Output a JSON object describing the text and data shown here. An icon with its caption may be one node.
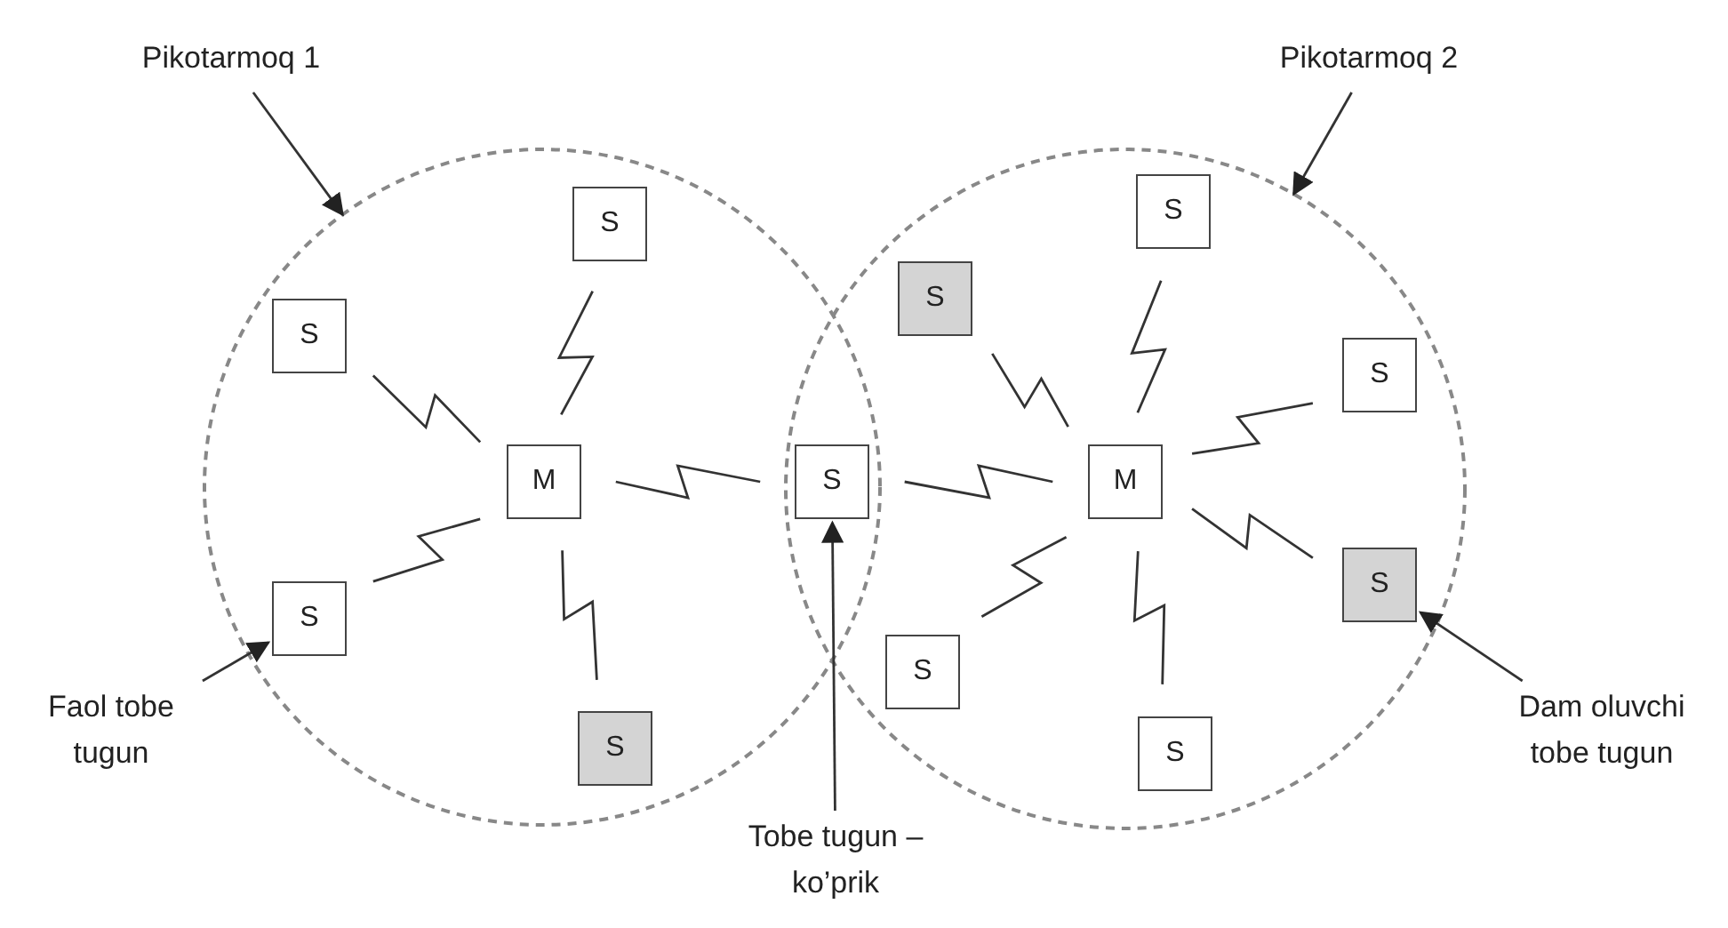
{
  "diagram": {
    "nodes": [
      {
        "text": [
          "Pikotarmoq 1"
        ]
      },
      {
        "text": [
          "Pikotarmoq 2"
        ]
      },
      {
        "text": [],
        "shape": "circle"
      },
      {
        "text": [
          "S"
        ],
        "in": 2
      },
      {
        "text": [
          "S"
        ],
        "in": 2
      },
      {
        "text": [
          "M"
        ],
        "in": 2
      },
      {
        "text": [
          "S"
        ],
        "in": 2
      },
      {
        "text": [
          "S"
        ],
        "in": 2
      },
      {
        "text": [],
        "shape": "circle"
      },
      {
        "text": [
          "S"
        ],
        "in": 8
      },
      {
        "text": [
          "S"
        ],
        "in": 8
      },
      {
        "text": [
          "S"
        ],
        "in": 8
      },
      {
        "text": [
          "M"
        ],
        "in": 8
      },
      {
        "text": [
          "S"
        ],
        "in": 8
      },
      {
        "text": [
          "S"
        ],
        "in": 8
      },
      {
        "text": [
          "S"
        ],
        "in": 8
      },
      {
        "text": [
          "S"
        ]
      },
      {
        "text": [
          "Faol tobe tugun"
        ]
      },
      {
        "text": [
          "Dam oluvchi tobe tugun"
        ]
      },
      {
        "text": [
          "Tobe tugun – ko’prik"
        ]
      }
    ],
    "edges": [
      {
        "from": 0,
        "to": 2,
        "arrow": "to"
      },
      {
        "from": 1,
        "to": 8,
        "arrow": "to"
      },
      {
        "from": 5,
        "to": 3,
        "arrow": "none"
      },
      {
        "from": 5,
        "to": 4,
        "arrow": "none"
      },
      {
        "from": 5,
        "to": 6,
        "arrow": "none"
      },
      {
        "from": 5,
        "to": 7,
        "arrow": "none"
      },
      {
        "from": 5,
        "to": 16,
        "arrow": "none"
      },
      {
        "from": 12,
        "to": 16,
        "arrow": "none"
      },
      {
        "from": 12,
        "to": 9,
        "arrow": "none"
      },
      {
        "from": 12,
        "to": 10,
        "arrow": "none"
      },
      {
        "from": 12,
        "to": 11,
        "arrow": "none"
      },
      {
        "from": 12,
        "to": 13,
        "arrow": "none"
      },
      {
        "from": 12,
        "to": 14,
        "arrow": "none"
      },
      {
        "from": 12,
        "to": 15,
        "arrow": "none"
      },
      {
        "from": 17,
        "to": 6,
        "arrow": "to"
      },
      {
        "from": 18,
        "to": 13,
        "arrow": "to"
      },
      {
        "from": 19,
        "to": 16,
        "arrow": "to"
      }
    ]
  }
}
